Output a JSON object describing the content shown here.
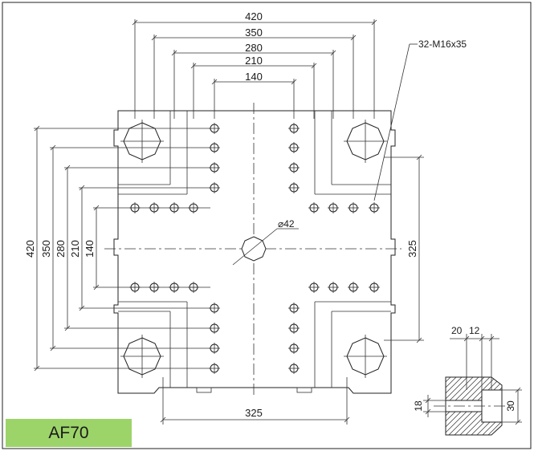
{
  "model": {
    "label": "AF70",
    "badge_color": "#9dd46a"
  },
  "dimensions": {
    "top": [
      "420",
      "350",
      "280",
      "210",
      "140"
    ],
    "left": [
      "420",
      "350",
      "280",
      "210",
      "140"
    ],
    "right": "325",
    "bottom": "325",
    "center_hole": "⌀42",
    "thread_callout": "32-M16x35"
  },
  "section_detail": {
    "top_left": "20",
    "top_right": "12",
    "left": "18",
    "right": "30"
  }
}
